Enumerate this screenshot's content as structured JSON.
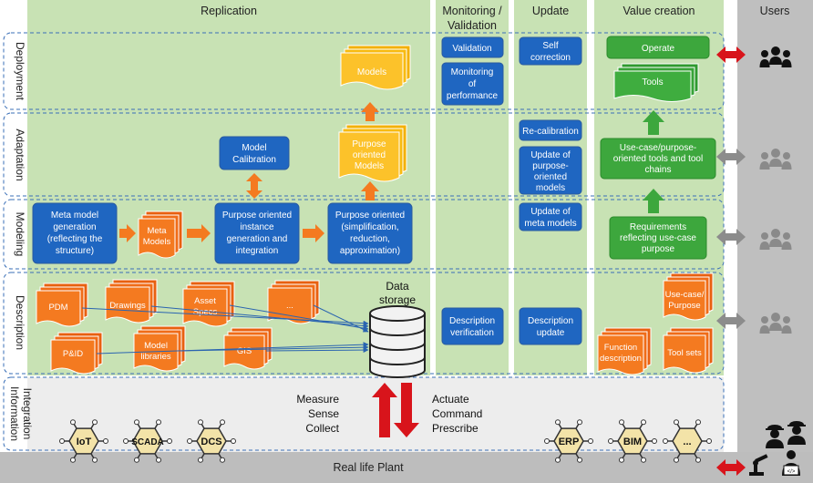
{
  "headers": {
    "replication": "Replication",
    "monitoring": [
      "Monitoring /",
      "Validation"
    ],
    "update": "Update",
    "value_creation": "Value creation",
    "users": "Users"
  },
  "layers": {
    "deployment": "Deployment",
    "adaptation": "Adaptation",
    "modeling": "Modeling",
    "description": "Description",
    "integration": [
      "Information",
      "Integration"
    ]
  },
  "replication": {
    "models": "Models",
    "purpose_models": [
      "Purpose",
      "oriented",
      "Models"
    ],
    "model_calibration": [
      "Model",
      "Calibration"
    ],
    "meta_generation": [
      "Meta model",
      "generation",
      "(reflecting the",
      "structure)"
    ],
    "meta_models": [
      "Meta",
      "Models"
    ],
    "instance_generation": [
      "Purpose oriented",
      "instance",
      "generation and",
      "integration"
    ],
    "simplification": [
      "Purpose oriented",
      "(simplification,",
      "reduction,",
      "approximation)"
    ],
    "pdm": "PDM",
    "drawings": "Drawings",
    "asset_specs": [
      "Asset",
      "Specs"
    ],
    "desc_more": "...",
    "pid": "P&ID",
    "model_libraries": [
      "Model",
      "libraries"
    ],
    "gis": "GIS",
    "data_storage": [
      "Data",
      "storage"
    ]
  },
  "monitoring": {
    "validation": "Validation",
    "monitoring_perf": [
      "Monitoring",
      "of",
      "performance"
    ],
    "desc_verification": [
      "Description",
      "verification"
    ]
  },
  "update": {
    "self_correction": [
      "Self",
      "correction"
    ],
    "recalibration": "Re-calibration",
    "update_purpose": [
      "Update of",
      "purpose-",
      "oriented",
      "models"
    ],
    "update_meta": [
      "Update of",
      "meta models"
    ],
    "desc_update": [
      "Description",
      "update"
    ]
  },
  "value": {
    "operate": "Operate",
    "tools": "Tools",
    "usecase_tools": [
      "Use-case/purpose-",
      "oriented tools and tool",
      "chains"
    ],
    "requirements": [
      "Requirements",
      "reflecting use-case",
      "purpose"
    ],
    "usecase_purpose": [
      "Use-case/",
      "Purpose"
    ],
    "function_desc": [
      "Function",
      "description"
    ],
    "tool_sets": "Tool sets"
  },
  "integration": {
    "up_labels": [
      "Measure",
      "Sense",
      "Collect"
    ],
    "down_labels": [
      "Actuate",
      "Command",
      "Prescribe"
    ],
    "hubs": [
      "IoT",
      "SCADA",
      "DCS",
      "ERP",
      "BIM",
      "..."
    ]
  },
  "plant": "Real life Plant",
  "colors": {
    "green_column": "#c8e2b4",
    "blue_box": "#1f66c1",
    "orange_doc": "#f47a20",
    "yellow_doc": "#fbbf10",
    "green_box": "#3da73d",
    "red_arrow": "#d8141b",
    "gray_arrow": "#8c8c8c"
  },
  "icons": [
    "people-group-icon",
    "database-icon",
    "hexagon-hub-icon",
    "engineer-icon",
    "developer-icon",
    "robot-arm-icon"
  ]
}
